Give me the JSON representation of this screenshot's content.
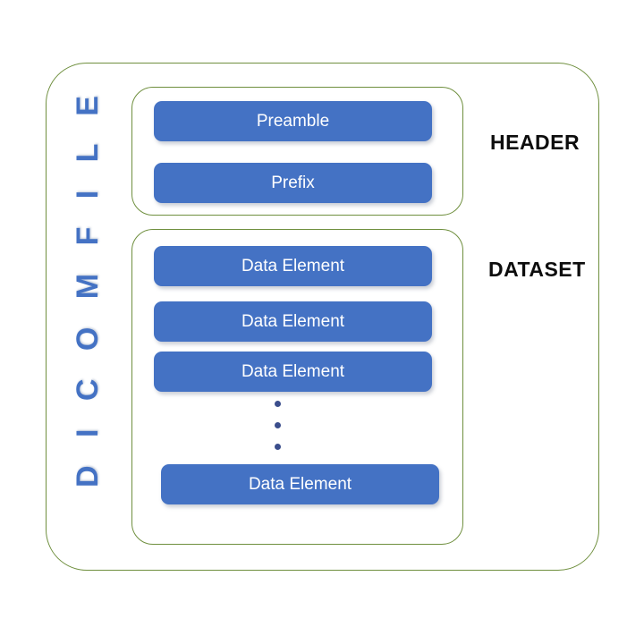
{
  "diagram": {
    "title_vertical": "D I C O M   F I L E",
    "colors": {
      "box_blue": "#4472C4",
      "container_green": "#6F8F3E",
      "label_black": "#0D0D0D",
      "dot_blue": "#3B4E8C",
      "background": "#FFFFFF"
    },
    "sections": [
      {
        "side_label": "HEADER",
        "items": [
          {
            "label": "Preamble"
          },
          {
            "label": "Prefix"
          }
        ]
      },
      {
        "side_label": "DATASET",
        "items": [
          {
            "label": "Data Element"
          },
          {
            "label": "Data Element"
          },
          {
            "label": "Data Element"
          },
          {
            "label": "Data Element"
          }
        ],
        "ellipsis": "vertical-ellipsis-three-dots"
      }
    ]
  }
}
